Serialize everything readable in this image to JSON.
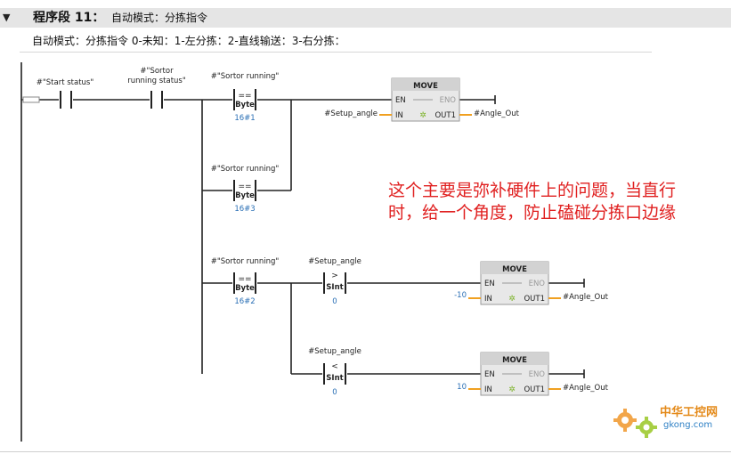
{
  "segment": {
    "collapse_icon": "triangle-down-icon",
    "title": "程序段 11：",
    "subtitle": "自动模式：分拣指令",
    "comment": "自动模式：分拣指令    0-未知：1-左分拣：2-直线输送：3-右分拣："
  },
  "contacts": {
    "start_status": "#\"Start status\"",
    "sortor_status_line1": "#\"Sortor",
    "sortor_status_line2": "running status\""
  },
  "compares": [
    {
      "tag": "#\"Sortor running\"",
      "op": "==",
      "type": "Byte",
      "value": "16#1"
    },
    {
      "tag": "#\"Sortor running\"",
      "op": "==",
      "type": "Byte",
      "value": "16#3"
    },
    {
      "tag": "#\"Sortor running\"",
      "op": "==",
      "type": "Byte",
      "value": "16#2"
    },
    {
      "tag": "#Setup_angle",
      "op": ">",
      "type": "SInt",
      "value": "0"
    },
    {
      "tag": "#Setup_angle",
      "op": "<",
      "type": "SInt",
      "value": "0"
    }
  ],
  "moves": [
    {
      "title": "MOVE",
      "en": "EN",
      "eno": "ENO",
      "in": "IN",
      "out": "OUT1",
      "in_value": "#Setup_angle",
      "out_value": "#Angle_Out"
    },
    {
      "title": "MOVE",
      "en": "EN",
      "eno": "ENO",
      "in": "IN",
      "out": "OUT1",
      "in_value": "-10",
      "out_value": "#Angle_Out"
    },
    {
      "title": "MOVE",
      "en": "EN",
      "eno": "ENO",
      "in": "IN",
      "out": "OUT1",
      "in_value": "10",
      "out_value": "#Angle_Out"
    }
  ],
  "annotation": "这个主要是弥补硬件上的问题，当直行时，给一个角度，防止磕碰分拣口边缘",
  "watermark": {
    "line1": "中华工控网",
    "line2": "gkong.com",
    "icon": "gear-logo-icon"
  }
}
